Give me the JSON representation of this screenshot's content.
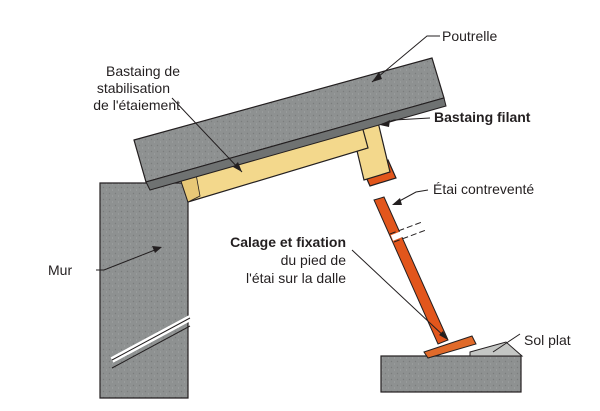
{
  "labels": {
    "poutrelle": "Poutrelle",
    "bastaing_stab": [
      "Bastaing de",
      "stabilisation",
      "de l'étaiement"
    ],
    "bastaing_filant": "Bastaing filant",
    "etai": "Étai contreventé",
    "calage": [
      "Calage et fixation",
      "du pied de",
      "l'étai sur la dalle"
    ],
    "mur": "Mur",
    "sol": "Sol plat"
  },
  "colors": {
    "concrete": "#8e9191",
    "timber": "#f3d88c",
    "prop": "#e2561c",
    "base_plate": "#e06a2a",
    "wedge": "#c4c6c4",
    "outline": "#231f20",
    "label_bold": "#231f20"
  }
}
